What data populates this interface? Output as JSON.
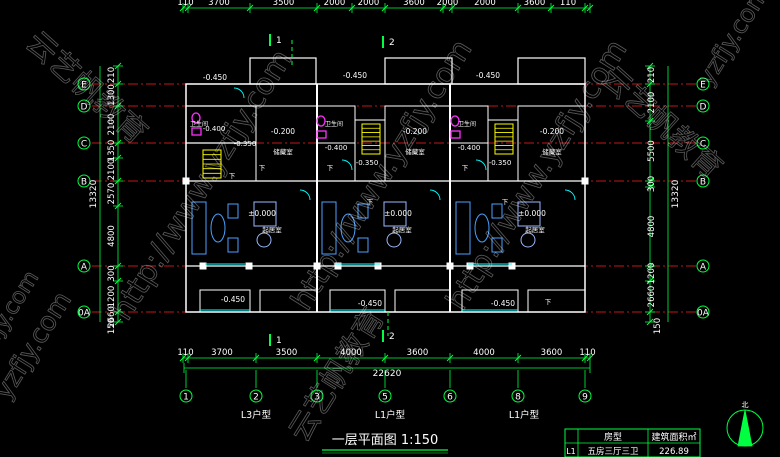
{
  "drawing": {
    "title": "一层平面图",
    "scale": "1:150",
    "total_width": "22620",
    "total_depth": "13320",
    "watermark_site": "http://www.yzfjy.com",
    "watermark_brand": "云艺帆教育",
    "watermark_short": "yzfjy.com"
  },
  "dims": {
    "top": [
      "110",
      "3700",
      "3500",
      "2000",
      "2000",
      "3600",
      "2000",
      "2000",
      "3600",
      "110"
    ],
    "bottom": [
      "110",
      "3700",
      "3500",
      "4000",
      "3600",
      "4000",
      "3600",
      "110"
    ],
    "left": [
      "210",
      "1300",
      "2100",
      "1350",
      "2100",
      "2570",
      "4800",
      "300",
      "1200",
      "2660",
      "150"
    ],
    "right": [
      "210",
      "2100",
      "5500",
      "300",
      "4800",
      "1200",
      "2660",
      "150"
    ]
  },
  "axes": {
    "rows": [
      "E",
      "D",
      "C",
      "B",
      "A",
      "0A"
    ],
    "cols": [
      "1",
      "2",
      "3",
      "5",
      "6",
      "8",
      "9"
    ]
  },
  "section_marks": [
    "1",
    "2"
  ],
  "rooms": {
    "toilet": "卫生间",
    "storage": "储藏室",
    "living": "起居室",
    "elev_-0200": "-0.200",
    "elev_-0350": "-0.350",
    "elev_-0400": "-0.400",
    "elev_-0450": "-0.450",
    "elev_0000": "±0.000",
    "down": "下",
    "stair": "楼梯"
  },
  "unit_labels": [
    "L3户型",
    "L1户型",
    "L1户型"
  ],
  "table": {
    "col1": "房型",
    "col2": "建筑面积㎡",
    "row_id": "L1",
    "row_type": "五房三厅三卫",
    "row_area": "226.89"
  },
  "north": "北",
  "colors": {
    "wall": "#ffffff",
    "axis_line": "#ff2020",
    "dim": "#00ff40",
    "text": "#ffffff",
    "furniture": "#4aa0ff",
    "fixture": "#ff30ff",
    "stair": "#ffff00",
    "door": "#00ffff"
  }
}
